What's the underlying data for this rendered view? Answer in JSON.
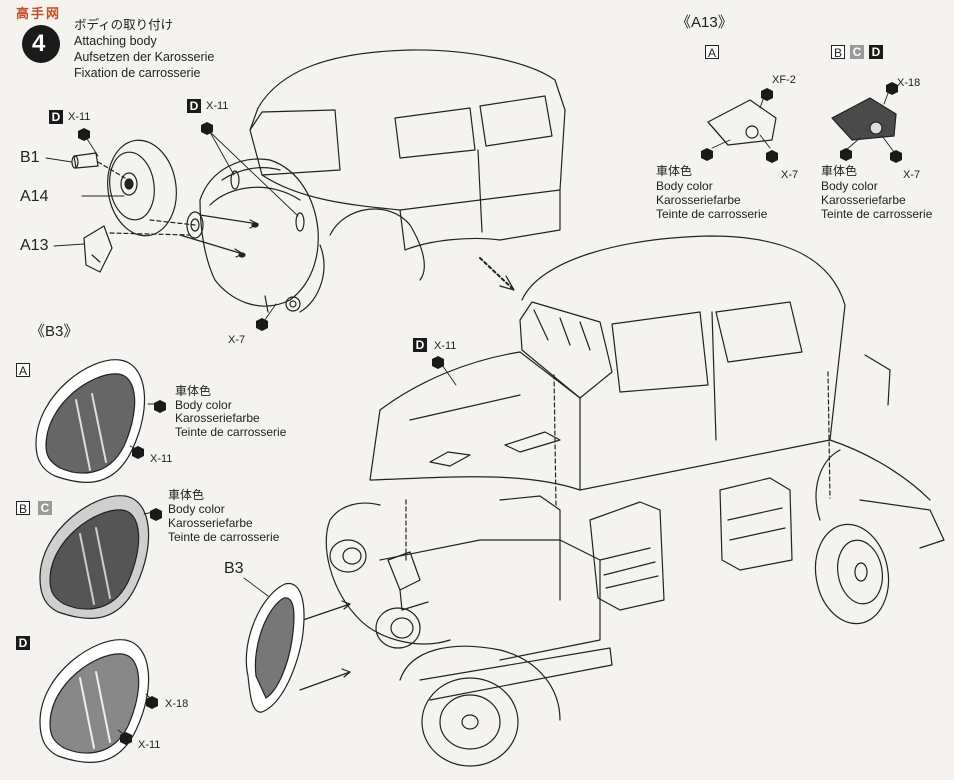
{
  "step": {
    "number": "4",
    "title_jp": "ボディの取り付け",
    "title_en": "Attaching body",
    "title_de": "Aufsetzen der Karosserie",
    "title_fr": "Fixation de carrosserie"
  },
  "watermark": "高手网",
  "parts": {
    "b1": "B1",
    "a14": "A14",
    "a13": "A13",
    "b3": "B3"
  },
  "paint_codes": {
    "x11": "X-11",
    "x7": "X-7",
    "xf2": "XF-2",
    "x18": "X-18"
  },
  "variant_letters": {
    "a": "A",
    "b": "B",
    "c": "C",
    "d": "D"
  },
  "detail_a13": {
    "title": "《A13》",
    "body_color": [
      "車体色",
      "Body color",
      "Karosseriefarbe",
      "Teinte de carrosserie"
    ]
  },
  "detail_b3": {
    "title": "《B3》",
    "body_color": [
      "車体色",
      "Body color",
      "Karosseriefarbe",
      "Teinte de carrosserie"
    ]
  },
  "colors": {
    "line": "#222222",
    "paper": "#f4f3ef",
    "paint_marker": "#1a1a1a",
    "grille_fill": "#555555"
  }
}
